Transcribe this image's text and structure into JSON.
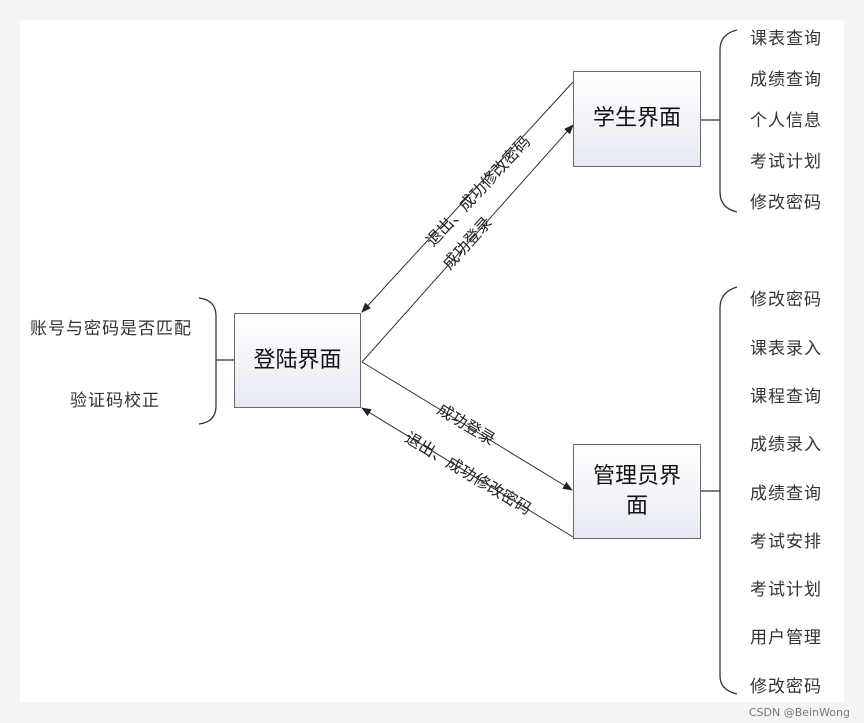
{
  "nodes": {
    "login": "登陆界面",
    "student": "学生界面",
    "admin": "管理员界面"
  },
  "login_checks": [
    "账号与密码是否匹配",
    "验证码校正"
  ],
  "student_items": [
    "课表查询",
    "成绩查询",
    "个人信息",
    "考试计划",
    "修改密码"
  ],
  "admin_items": [
    "修改密码",
    "课表录入",
    "课程查询",
    "成绩录入",
    "成绩查询",
    "考试安排",
    "考试计划",
    "用户管理",
    "修改密码"
  ],
  "edges": {
    "student_to_login": "退出、成功修改密码",
    "login_to_student": "成功登录",
    "login_to_admin": "成功登录",
    "admin_to_login": "退出、成功修改密码"
  },
  "watermark": "CSDN @BeinWong"
}
